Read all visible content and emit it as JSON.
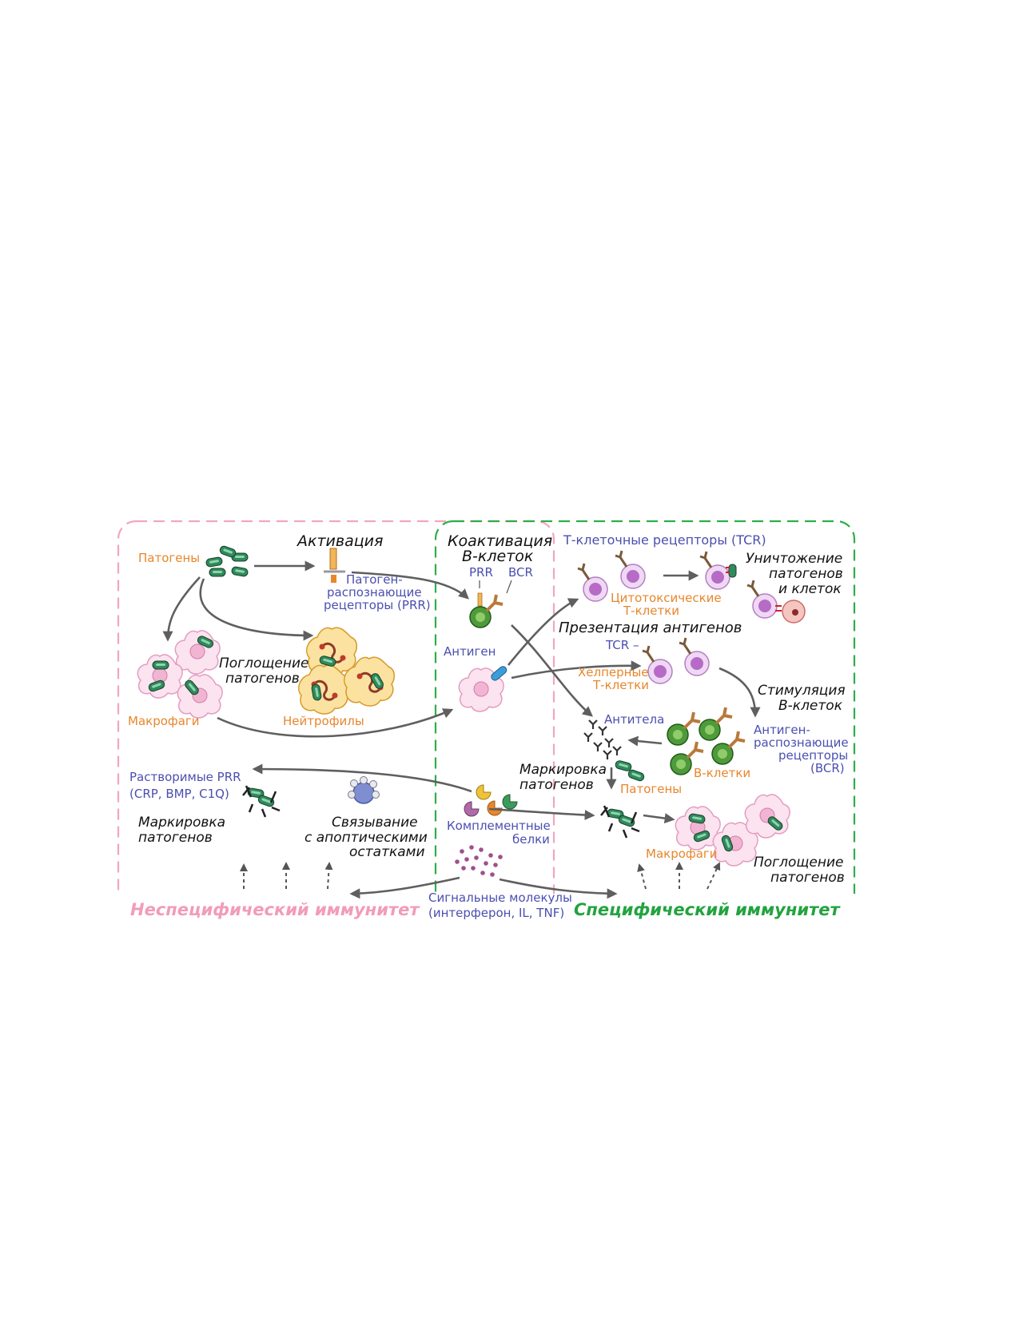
{
  "sections": {
    "left_title": "Неспецифический иммунитет",
    "right_title": "Специфический иммунитет"
  },
  "colors": {
    "innate": "#f2a6bf",
    "adaptive": "#2eae4a",
    "middle": "#9e9e9e",
    "orange_label": "#e8862c",
    "blue_label": "#4b4fb0",
    "pathogen": "#2f8a5c",
    "macrophage": "#f1b5d3",
    "neutrophil": "#f3c24f",
    "t_cell": "#b66bc7",
    "b_cell": "#3c8a2e"
  },
  "labels": {
    "pathogens_top": "Патогены",
    "activation": "Активация",
    "prr_l1": "Патоген-",
    "prr_l2": "распознающие",
    "prr_l3": "рецепторы (PRR)",
    "engulf_left_l1": "Поглощение",
    "engulf_left_l2": "патогенов",
    "macrophages_left": "Макрофаги",
    "neutrophils": "Нейтрофилы",
    "coact_l1": "Коактивация",
    "coact_l2": "В-клеток",
    "prr_short": "PRR",
    "bcr_short": "BCR",
    "antigen": "Антиген",
    "tcr_header": "Т-клеточные рецепторы (TCR)",
    "destroy_l1": "Уничтожение",
    "destroy_l2": "патогенов",
    "destroy_l3": "и клеток",
    "cytotoxic_l1": "Цитотоксические",
    "cytotoxic_l2": "Т-клетки",
    "presentation": "Презентация  антигенов",
    "tcr_short": "TCR –",
    "helper_l1": "Хелперные",
    "helper_l2": "Т-клетки",
    "stim_l1": "Стимуляция",
    "stim_l2": "В-клеток",
    "antibodies": "Антитела",
    "bcr_l1": "Антиген-",
    "bcr_l2": "распознающие",
    "bcr_l3": "рецепторы",
    "bcr_l4": "(BCR)",
    "b_cells": "В-клетки",
    "mark_mid_l1": "Маркировка",
    "mark_mid_l2": "патогенов",
    "pathogens_right": "Патогены",
    "soluble_l1": "Растворимые PRR",
    "soluble_l2": "(CRP, BMP, C1Q)",
    "mark_left_l1": "Маркировка",
    "mark_left_l2": "патогенов",
    "bind_l1": "Связывание",
    "bind_l2": "с апоптическими",
    "bind_l3": "остатками",
    "complement_l1": "Комплементные",
    "complement_l2": "белки",
    "macrophages_right": "Макрофаги",
    "engulf_right_l1": "Поглощение",
    "engulf_right_l2": "патогенов",
    "signal_l1": "Сигнальные молекулы",
    "signal_l2": "(интерферон, IL, TNF)"
  }
}
